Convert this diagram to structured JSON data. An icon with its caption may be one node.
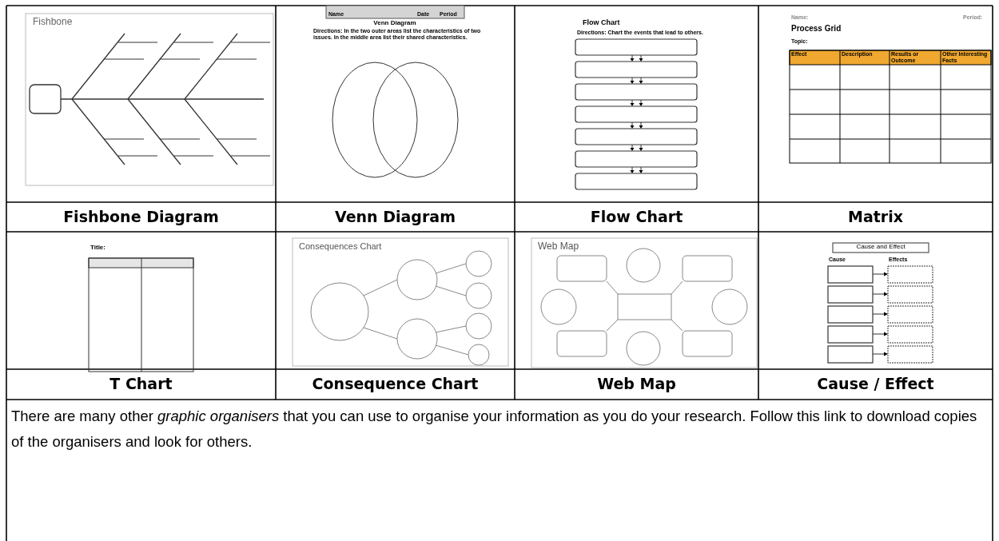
{
  "diagram": {
    "labels": [
      "Fishbone",
      "Name",
      "Date",
      "Period",
      "Venn Diagram",
      "Directions: In the two outer areas list the characteristics of two issues. In the middle area list their shared characteristics.",
      "Flow Chart",
      "Directions: Chart the events that lead to others.",
      "Name:",
      "Period:",
      "Process Grid",
      "Topic:",
      "Effect",
      "Description",
      "Results or Outcome",
      "Other Interesting Facts",
      "Fishbone Diagram",
      "Venn Diagram",
      "Flow Chart",
      "Matrix",
      "Title:",
      "Consequences Chart",
      "Web Map",
      "Cause and Effect",
      "Cause",
      "Effects",
      "T Chart",
      "Consequence Chart",
      "Web Map",
      "Cause / Effect",
      "There are many other *graphic organisers* that you can use to organise your information as you do your research. Follow this link to download copies of the organisers and look for others."
    ]
  }
}
